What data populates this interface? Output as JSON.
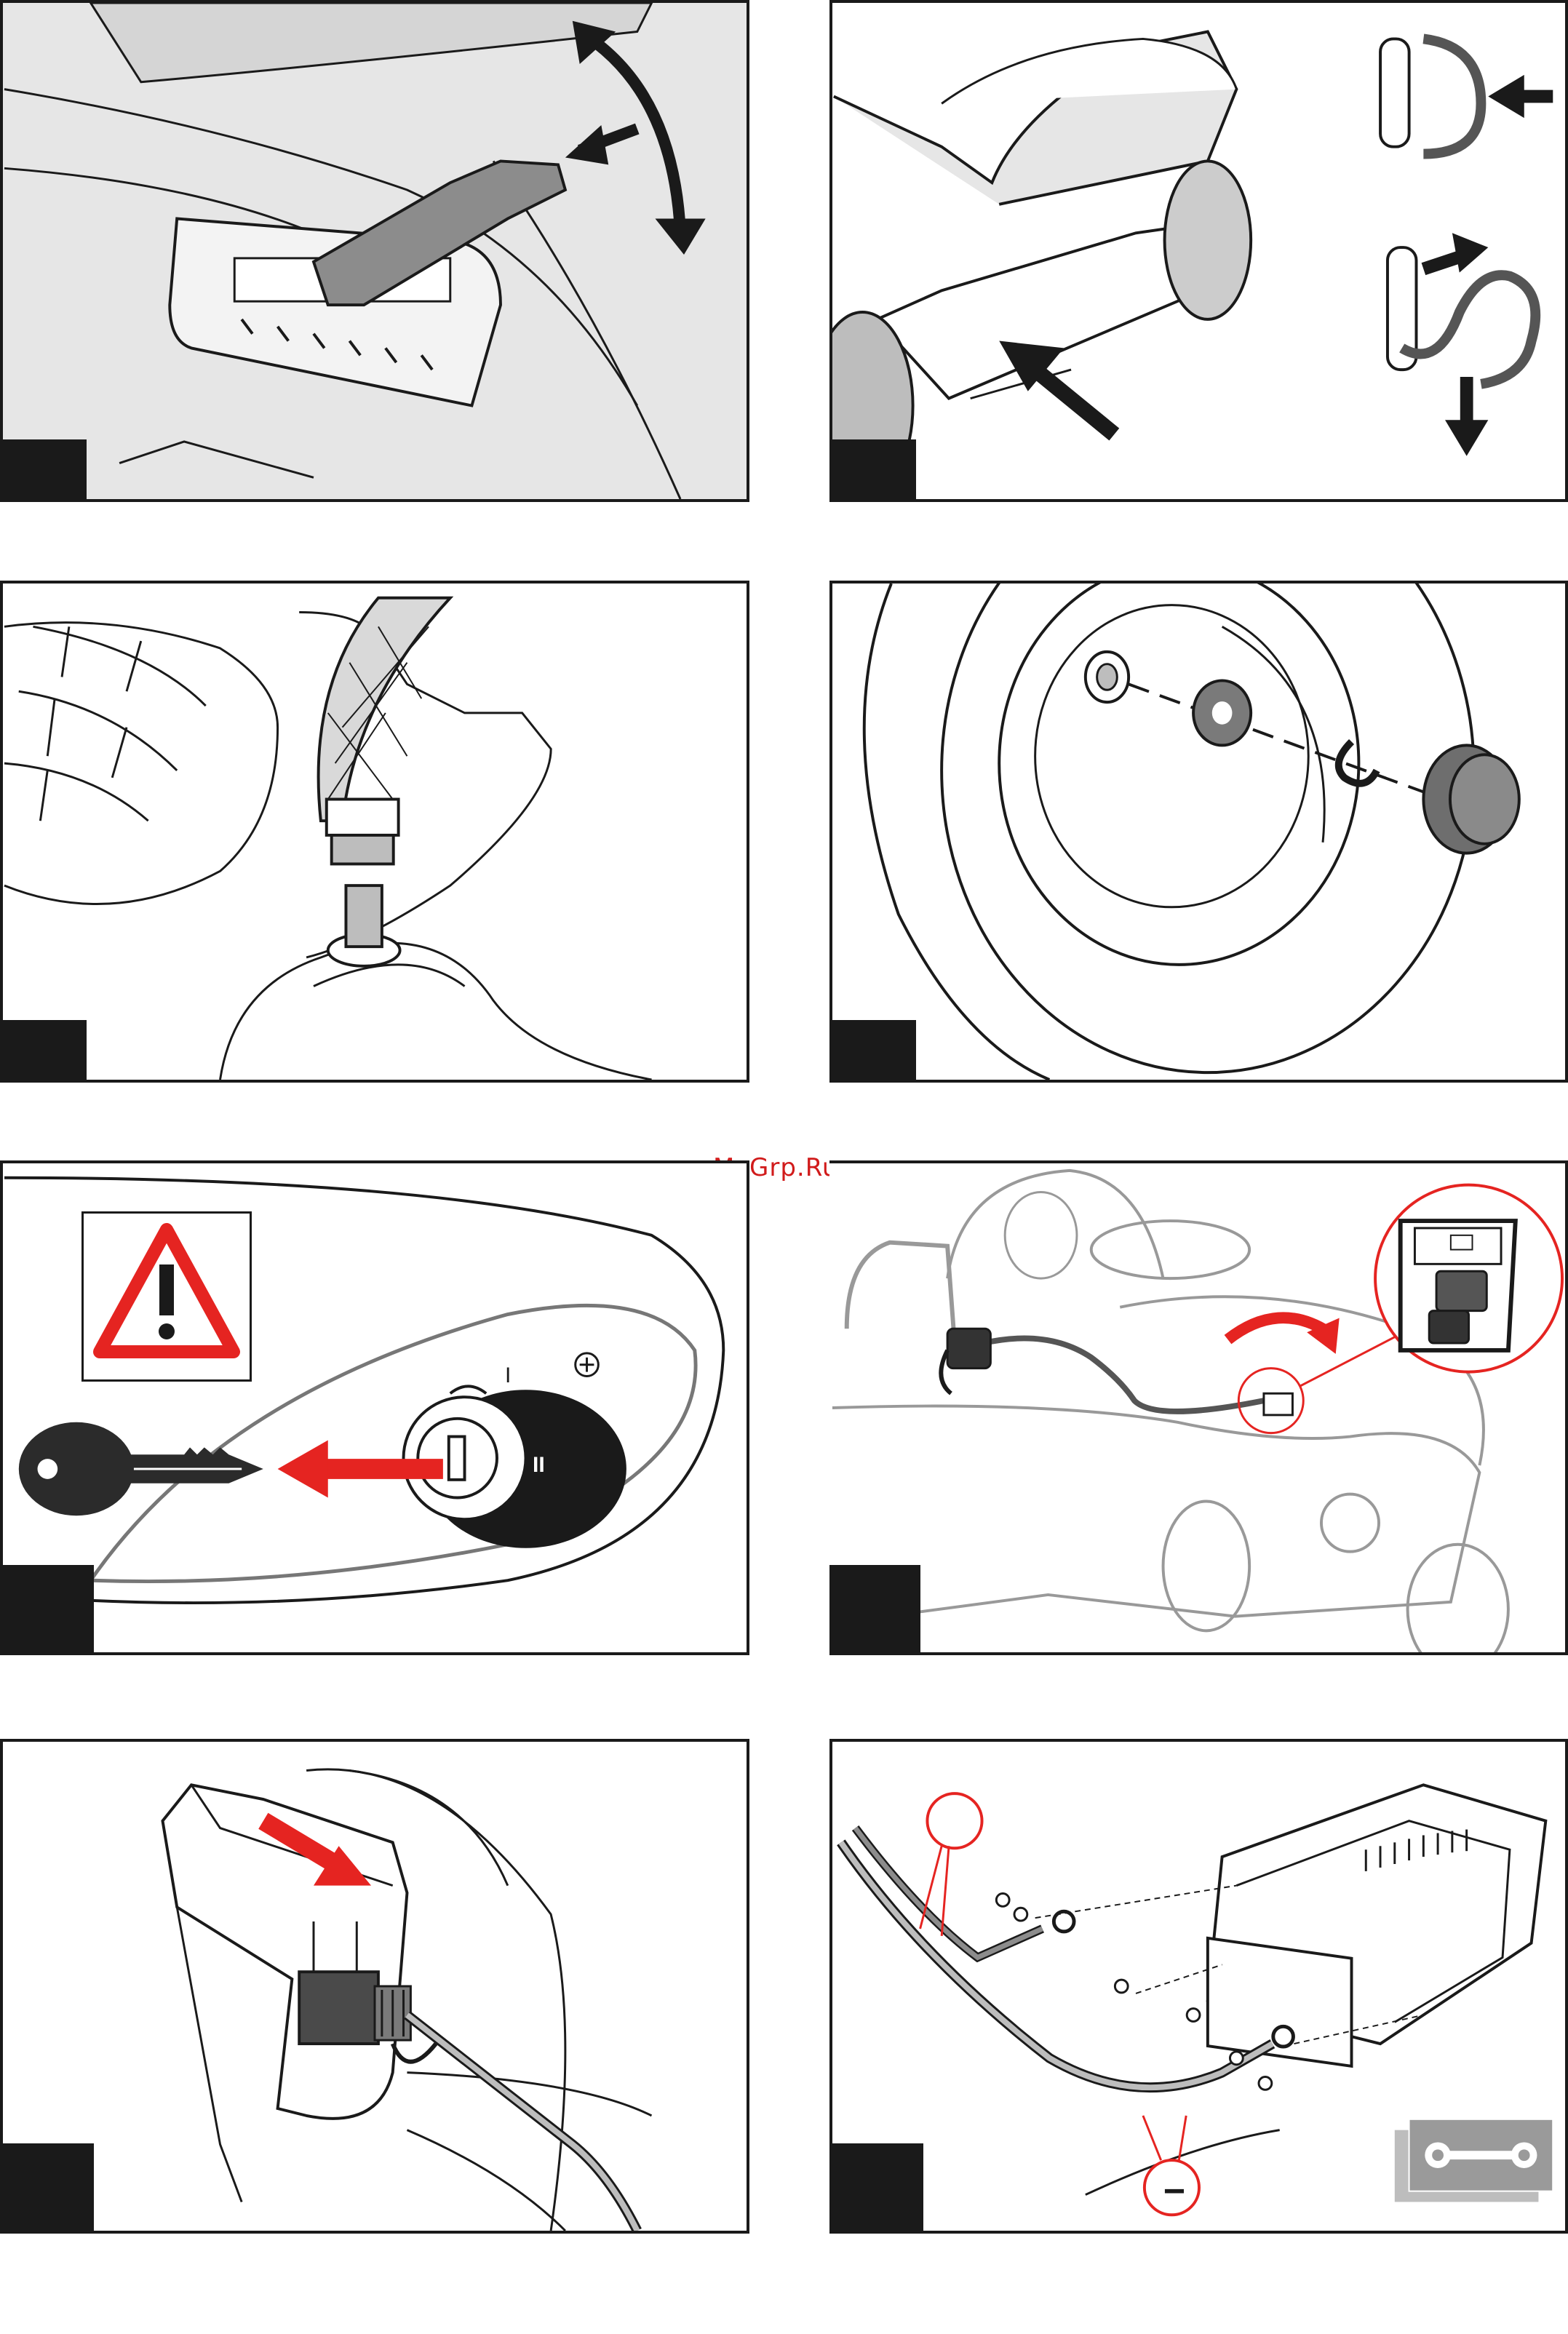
{
  "watermark": {
    "text": "McGrp.Ru",
    "color": "#d11b1b"
  },
  "panels": [
    {
      "id": 1,
      "content": "seat-adjust-lever"
    },
    {
      "id": 2,
      "content": "seat-hook-mounting"
    },
    {
      "id": 3,
      "content": "water-hose-connector"
    },
    {
      "id": 4,
      "content": "wheel-hub-assembly"
    },
    {
      "id": 5,
      "content": "ignition-key-removal"
    },
    {
      "id": 6,
      "content": "battery-connector-mower"
    },
    {
      "id": 7,
      "content": "power-plug-disconnect"
    },
    {
      "id": 8,
      "content": "battery-terminal-wiring"
    }
  ],
  "ignition": {
    "pos_1": "I",
    "pos_2": "II"
  },
  "battery_panel": {
    "negative_symbol": "−"
  },
  "colors": {
    "accent_red": "#e52421",
    "panel_grey": "#e6e6e6",
    "ink": "#1a1a1a"
  },
  "icons": [
    "warning-triangle-icon",
    "key-icon",
    "wrench-icon",
    "arrow-icon"
  ]
}
